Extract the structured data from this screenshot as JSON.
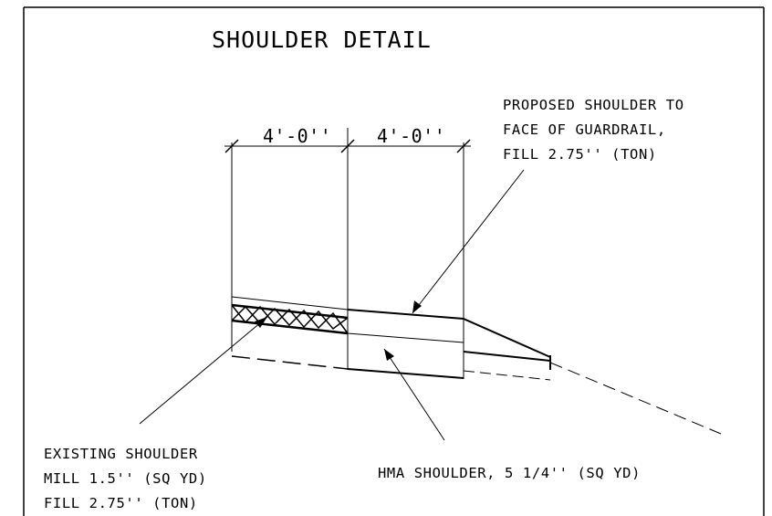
{
  "title": "SHOULDER DETAIL",
  "dimensions": {
    "left": "4'-0''",
    "right": "4'-0''"
  },
  "notes": {
    "proposed": {
      "line1": "PROPOSED SHOULDER TO",
      "line2": "FACE OF GUARDRAIL,",
      "line3": "FILL 2.75'' (TON)"
    },
    "existing": {
      "line1": "EXISTING SHOULDER",
      "line2": "MILL 1.5'' (SQ YD)",
      "line3": "FILL 2.75'' (TON)"
    },
    "hma": {
      "line1": "HMA SHOULDER, 5 1/4'' (SQ YD)"
    }
  },
  "colors": {
    "line": "#000000",
    "background": "#ffffff"
  }
}
